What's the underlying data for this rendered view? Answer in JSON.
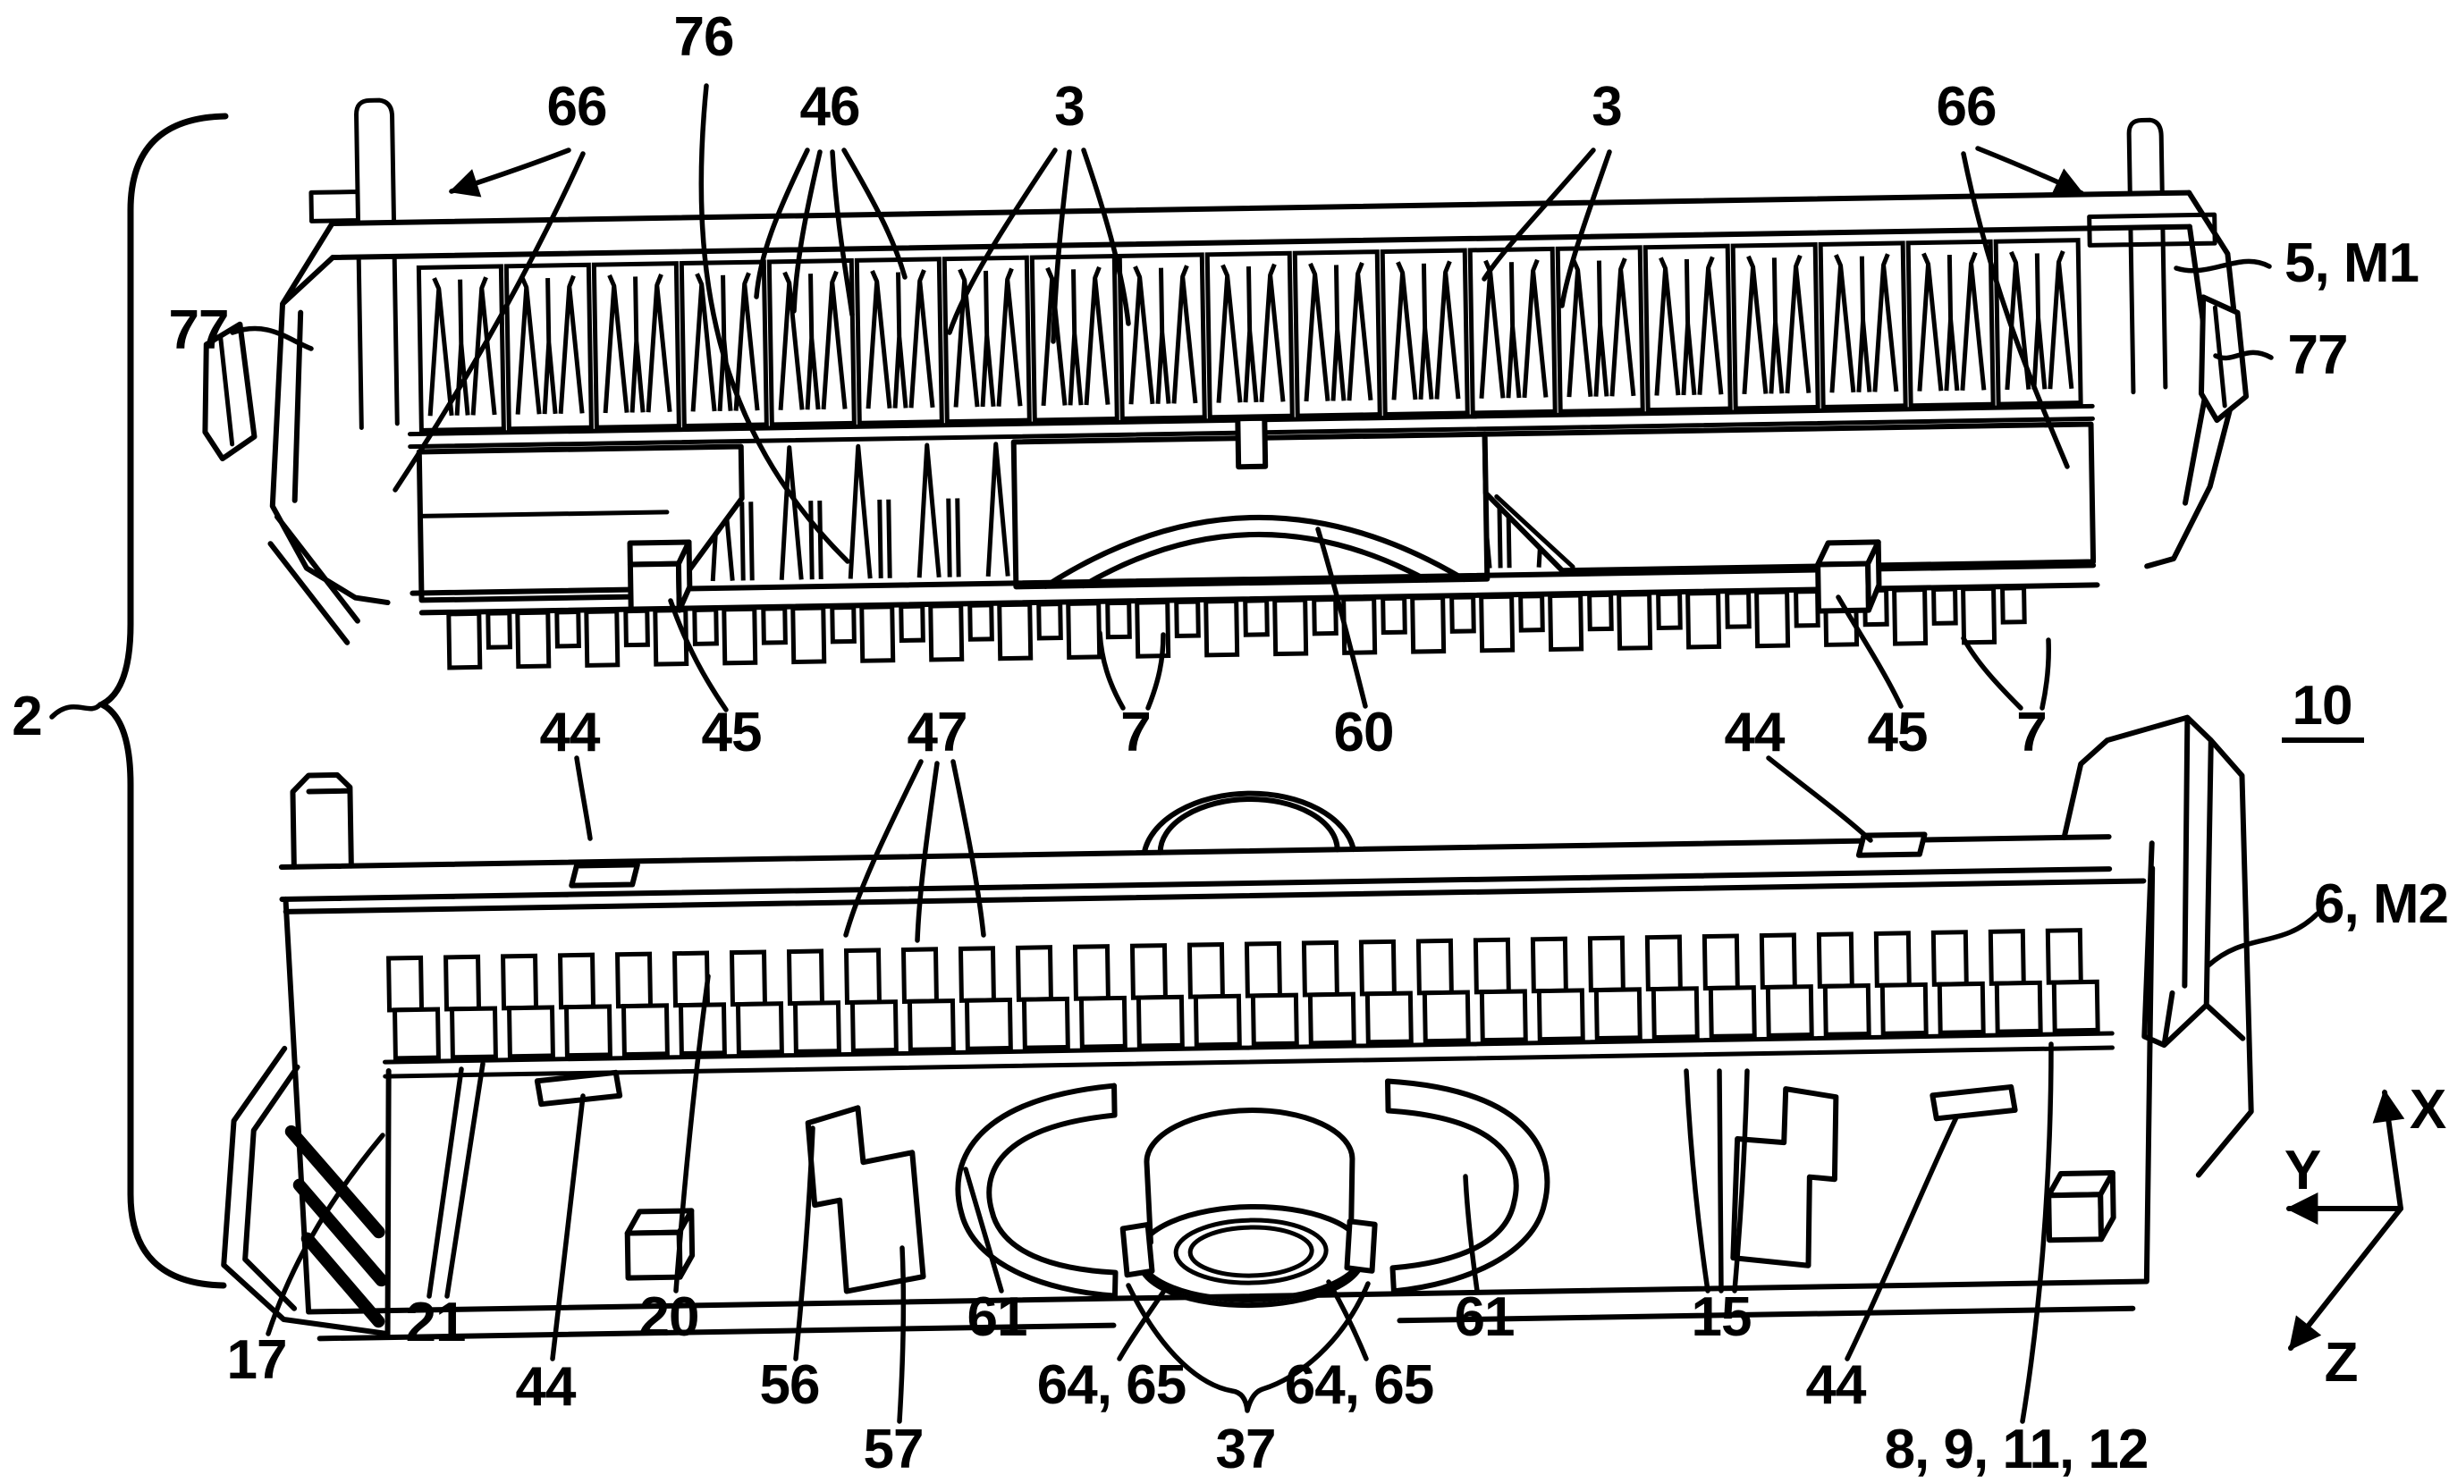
{
  "figure": {
    "background_color": "#ffffff",
    "line_color": "#000000",
    "description": "Patent-style exploded perspective line drawing of a two-part plug connector assembly with an upper contact housing (5, M1) above a lower mating housing (6, M2), annotated with reference numerals and leader lines",
    "assembly_brace_ref": "2",
    "assembly_ref_underlined": "10",
    "coordinate_axes": [
      "X",
      "Y",
      "Z"
    ],
    "reference_numerals_visible": [
      "2",
      "3",
      "5, M1",
      "6, M2",
      "7",
      "8, 9, 11, 12",
      "10",
      "15",
      "17",
      "20",
      "21",
      "37",
      "44",
      "45",
      "46",
      "47",
      "56",
      "57",
      "60",
      "61",
      "64, 65",
      "66",
      "76",
      "77"
    ]
  },
  "labels": {
    "assembly": "2",
    "fig_ref": "10",
    "r76": "76",
    "r66_left": "66",
    "r46": "46",
    "r3_left": "3",
    "r3_right": "3",
    "r66_right": "66",
    "r77_left": "77",
    "r5_m1": "5, M1",
    "r77_right": "77",
    "r44_mid_left": "44",
    "r45_mid_left": "45",
    "r47": "47",
    "r7_mid_left": "7",
    "r60": "60",
    "r44_mid_right": "44",
    "r45_mid_right": "45",
    "r7_mid_right": "7",
    "r6_m2": "6, M2",
    "r17": "17",
    "r21": "21",
    "r44_bottom_left": "44",
    "r20": "20",
    "r56": "56",
    "r57": "57",
    "r61_left": "61",
    "r64_65_left": "64, 65",
    "r37": "37",
    "r64_65_right": "64, 65",
    "r61_right": "61",
    "r15": "15",
    "r44_bottom_right": "44",
    "r8_9_11_12": "8, 9, 11, 12",
    "axis_x": "X",
    "axis_y": "Y",
    "axis_z": "Z"
  }
}
